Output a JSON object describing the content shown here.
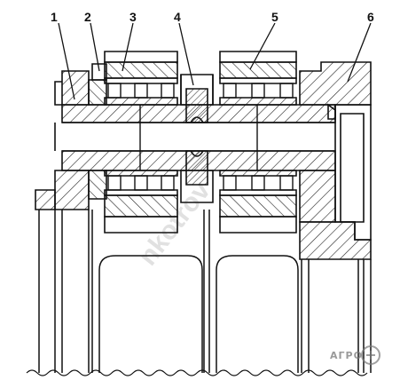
{
  "callouts": [
    {
      "id": "1",
      "label": "1"
    },
    {
      "id": "2",
      "label": "2"
    },
    {
      "id": "3",
      "label": "3"
    },
    {
      "id": "4",
      "label": "4"
    },
    {
      "id": "5",
      "label": "5"
    },
    {
      "id": "6",
      "label": "6"
    }
  ],
  "watermark": {
    "text": "nkotrov"
  },
  "badge": {
    "text": "АГРО"
  },
  "colors": {
    "line": "#111111",
    "hatch": "#222222",
    "background": "#ffffff"
  }
}
